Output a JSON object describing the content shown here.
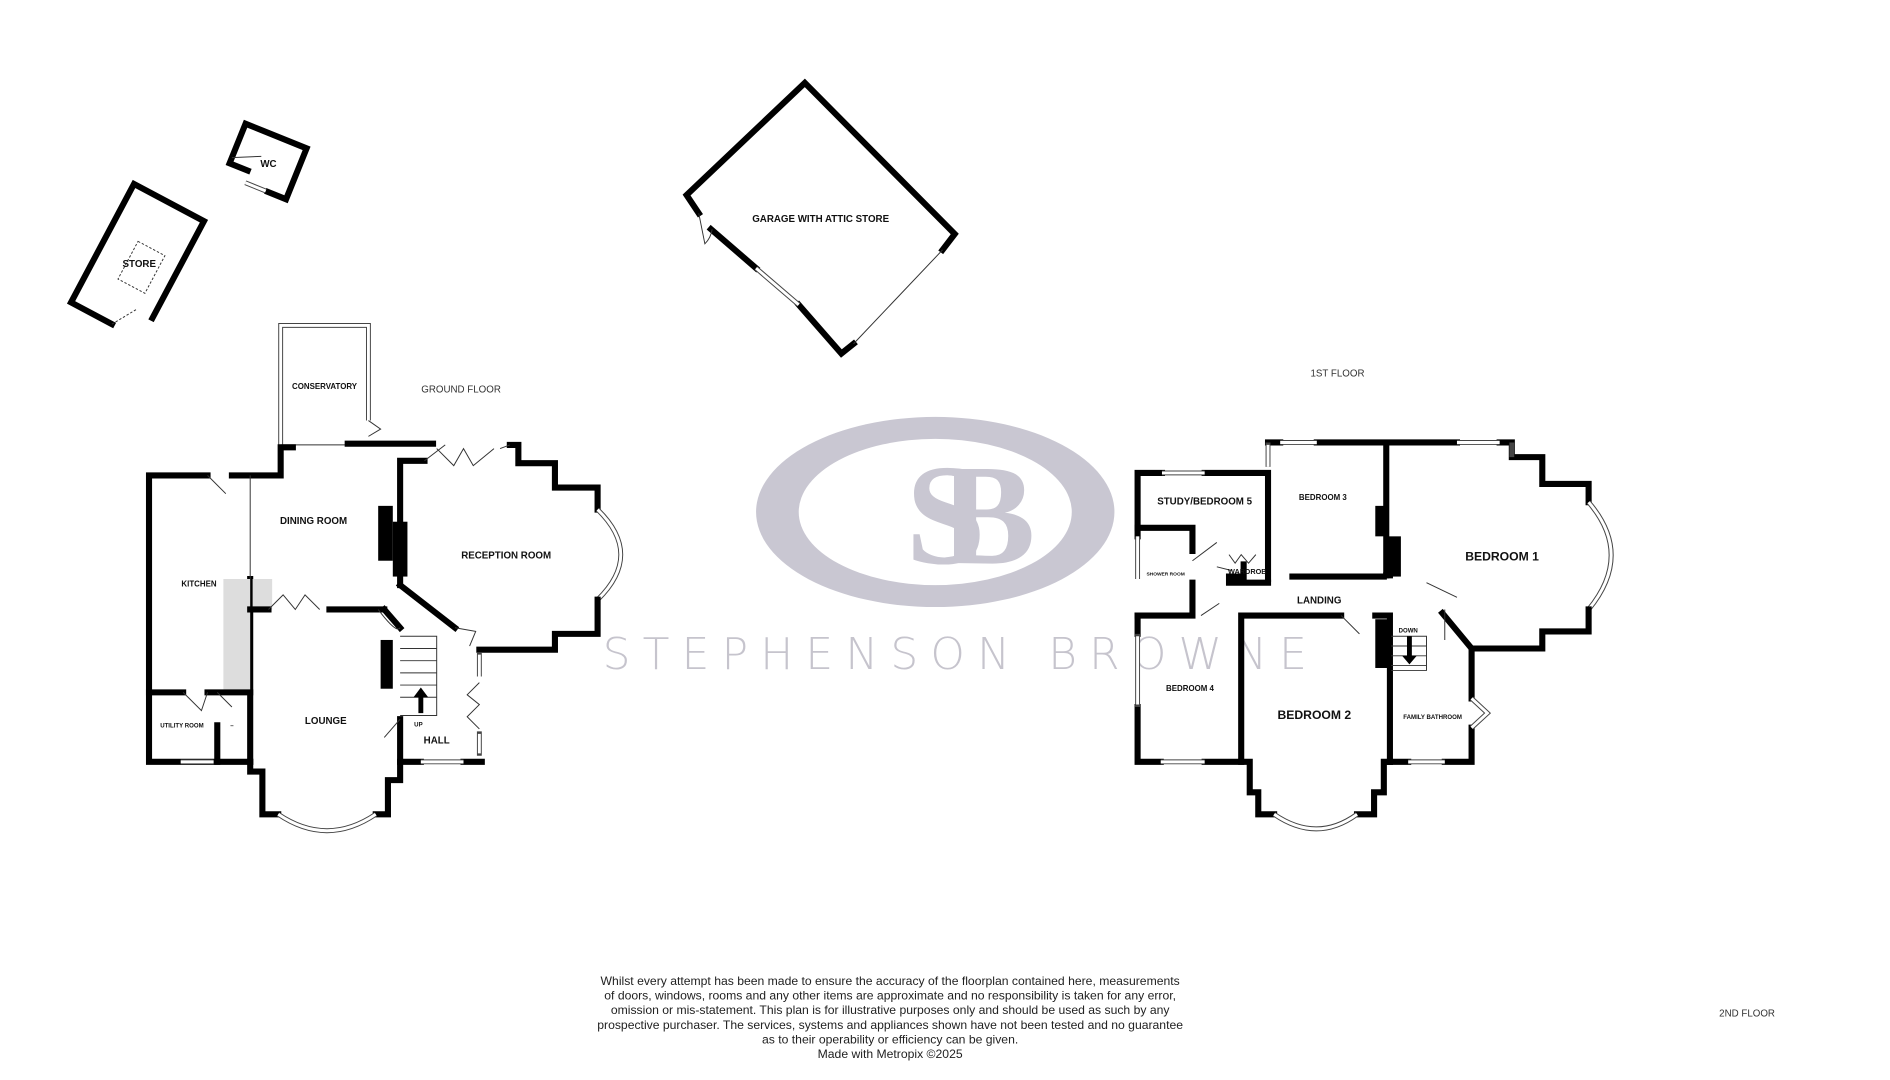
{
  "watermark": {
    "monogram": "SB",
    "brand": "STEPHENSON BROWNE",
    "color": "#c6c4cd"
  },
  "floors": {
    "ground": "GROUND FLOOR",
    "first": "1ST FLOOR",
    "second": "2ND FLOOR"
  },
  "outbuildings": {
    "wc": "WC",
    "store": "STORE",
    "garage": "GARAGE WITH ATTIC STORE"
  },
  "ground_floor_rooms": {
    "conservatory": "CONSERVATORY",
    "dining_room": "DINING ROOM",
    "kitchen": "KITCHEN",
    "reception_room": "RECEPTION ROOM",
    "lounge": "LOUNGE",
    "utility_room": "UTILITY ROOM",
    "wc_mark": "–",
    "hall": "HALL",
    "stairs_up": "UP"
  },
  "first_floor_rooms": {
    "study": "STUDY/BEDROOM 5",
    "bedroom3": "BEDROOM 3",
    "bedroom1": "BEDROOM 1",
    "shower_room": "SHOWER ROOM",
    "wardrobe": "WARDROB",
    "landing": "LANDING",
    "stairs_down": "DOWN",
    "bedroom4": "BEDROOM 4",
    "bedroom2": "BEDROOM 2",
    "family_bathroom": "FAMILY BATHROOM"
  },
  "disclaimer": [
    "Whilst every attempt has been made to ensure the accuracy of the floorplan contained here, measurements",
    "of doors, windows, rooms and any other items are approximate and no responsibility is taken for any error,",
    "omission or mis-statement. This plan is for illustrative purposes only and should be used as such by any",
    "prospective purchaser. The services, systems and appliances shown have not been tested and no guarantee",
    "as to their operability or efficiency can be given.",
    "Made with Metropix ©2025"
  ]
}
